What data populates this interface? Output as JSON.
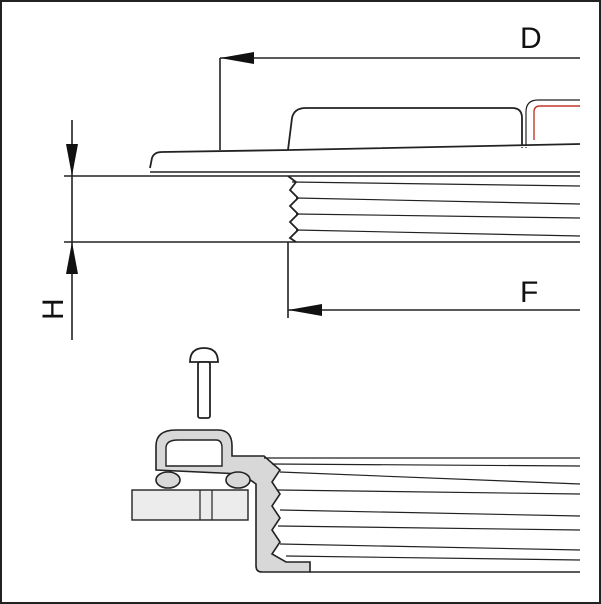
{
  "dimensions": {
    "d_label": "D",
    "f_label": "F",
    "h_label": "H"
  },
  "colors": {
    "line": "#222222",
    "gasket_fill": "#d8d8d8",
    "panel_fill": "#ececec",
    "accent": "#c0392b"
  }
}
